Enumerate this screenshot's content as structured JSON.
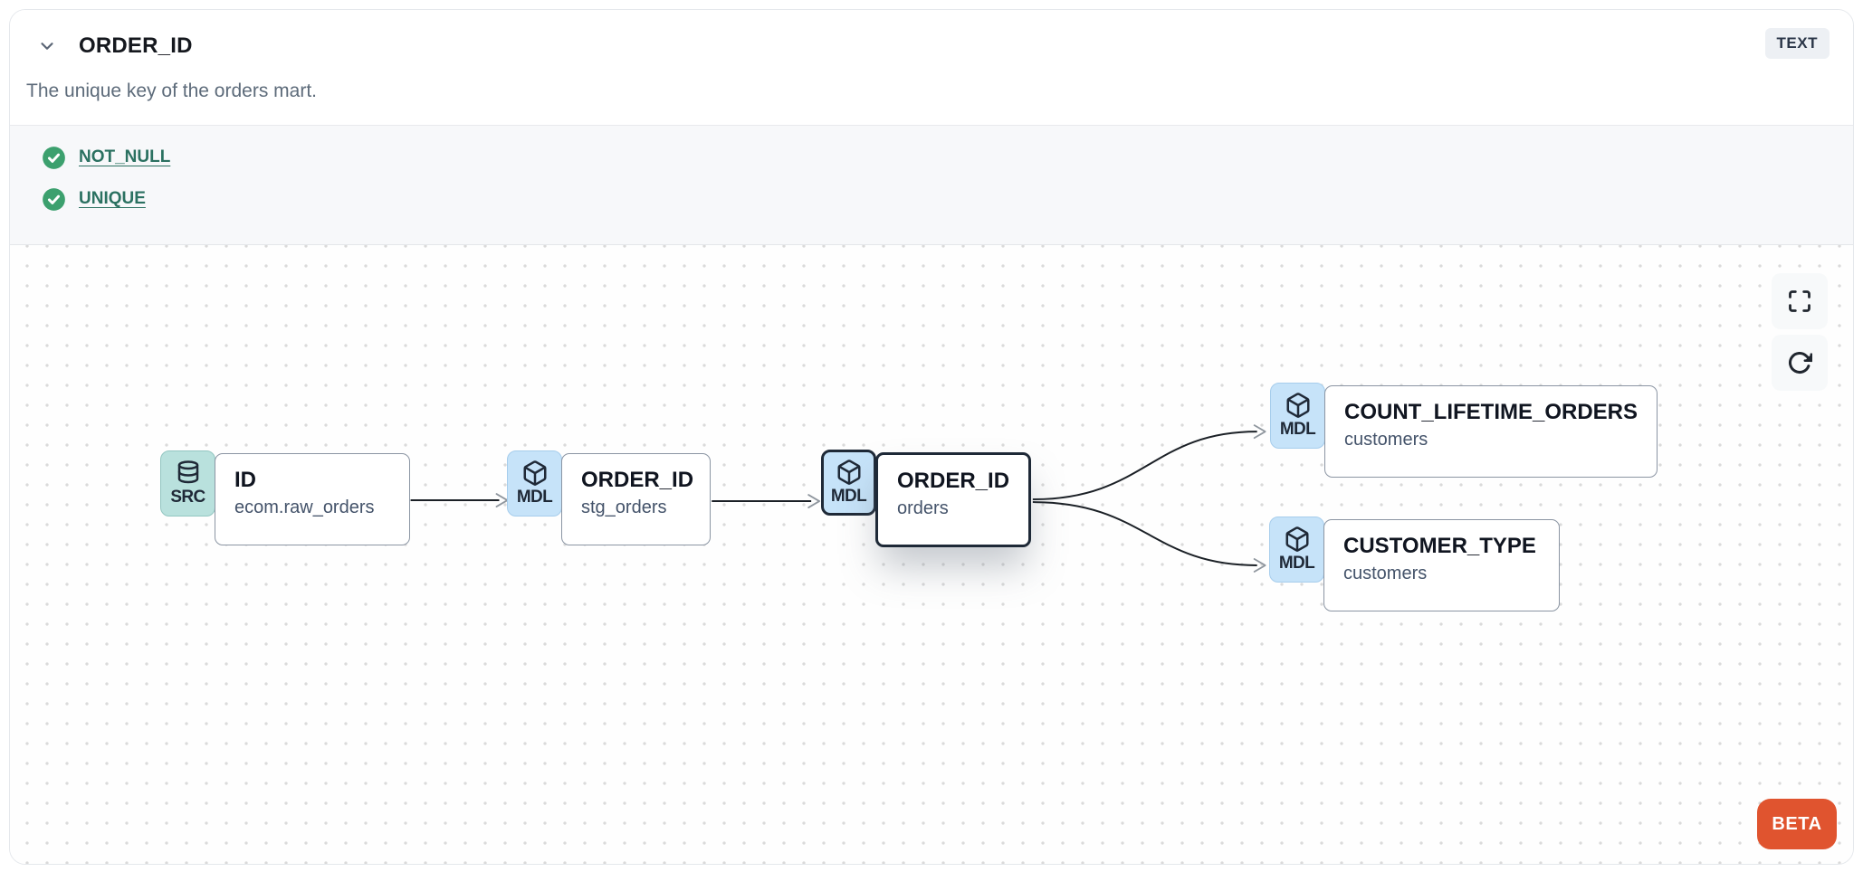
{
  "header": {
    "title": "ORDER_ID",
    "type_badge": "TEXT",
    "description": "The unique key of the orders mart."
  },
  "tests": [
    {
      "label": "NOT_NULL",
      "status": "pass"
    },
    {
      "label": "UNIQUE",
      "status": "pass"
    }
  ],
  "lineage": {
    "nodes": [
      {
        "badge": "SRC",
        "icon": "database-icon",
        "title": "ID",
        "subtitle": "ecom.raw_orders",
        "selected": false
      },
      {
        "badge": "MDL",
        "icon": "cube-icon",
        "title": "ORDER_ID",
        "subtitle": "stg_orders",
        "selected": false
      },
      {
        "badge": "MDL",
        "icon": "cube-icon",
        "title": "ORDER_ID",
        "subtitle": "orders",
        "selected": true
      },
      {
        "badge": "MDL",
        "icon": "cube-icon",
        "title": "COUNT_LIFETIME_ORDERS",
        "subtitle": "customers",
        "selected": false
      },
      {
        "badge": "MDL",
        "icon": "cube-icon",
        "title": "CUSTOMER_TYPE",
        "subtitle": "customers",
        "selected": false
      }
    ],
    "beta_label": "BETA"
  },
  "colors": {
    "src_badge_bg": "#b9e1dd",
    "mdl_badge_bg": "#c6e3f9",
    "selected_border": "#1e2937",
    "test_check_green": "#3ca06e",
    "test_link_teal": "#2b7161",
    "beta_orange": "#e0542f",
    "type_badge_bg": "#edf0f4"
  }
}
